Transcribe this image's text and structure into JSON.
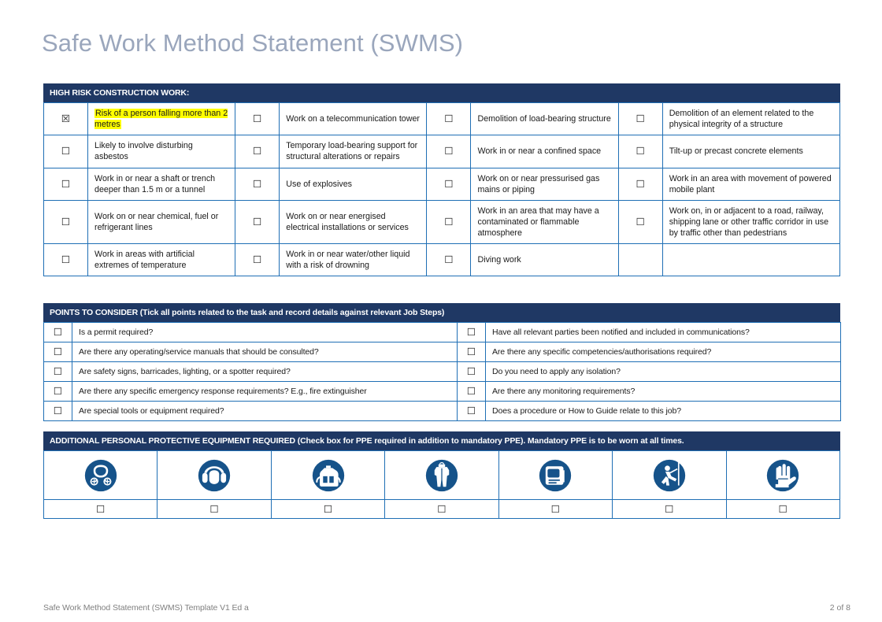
{
  "document": {
    "title": "Safe Work Method Statement (SWMS)",
    "footer_left": "Safe Work Method Statement (SWMS) Template V1 Ed a",
    "footer_right": "2 of 8"
  },
  "colors": {
    "header_bar": "#1F3864",
    "border": "#1F6FB5",
    "title_text": "#9AA6BC",
    "highlight": "#FFFF00",
    "icon_navy": "#16538A",
    "footer_text": "#808080"
  },
  "glyphs": {
    "unchecked": "☐",
    "checked": "☒"
  },
  "high_risk_construction_work": {
    "header": "HIGH RISK CONSTRUCTION WORK:",
    "rows": [
      [
        {
          "checked": true,
          "highlight": true,
          "label": "Risk of a person falling more than 2 metres"
        },
        {
          "checked": false,
          "highlight": false,
          "label": "Work on a telecommunication tower"
        },
        {
          "checked": false,
          "highlight": false,
          "label": "Demolition of load-bearing structure"
        },
        {
          "checked": false,
          "highlight": false,
          "label": "Demolition of an element related to the physical integrity of a structure"
        }
      ],
      [
        {
          "checked": false,
          "highlight": false,
          "label": "Likely to involve disturbing asbestos"
        },
        {
          "checked": false,
          "highlight": false,
          "label": "Temporary load-bearing support for structural alterations or repairs"
        },
        {
          "checked": false,
          "highlight": false,
          "label": "Work in or near a confined space"
        },
        {
          "checked": false,
          "highlight": false,
          "label": "Tilt-up or precast concrete elements"
        }
      ],
      [
        {
          "checked": false,
          "highlight": false,
          "label": "Work in or near a shaft or trench deeper than 1.5 m or a tunnel"
        },
        {
          "checked": false,
          "highlight": false,
          "label": "Use of explosives"
        },
        {
          "checked": false,
          "highlight": false,
          "label": "Work on or near pressurised gas mains or piping"
        },
        {
          "checked": false,
          "highlight": false,
          "label": "Work in an area with movement of powered mobile plant"
        }
      ],
      [
        {
          "checked": false,
          "highlight": false,
          "label": "Work on or near chemical, fuel or refrigerant lines"
        },
        {
          "checked": false,
          "highlight": false,
          "label": "Work on or near energised electrical installations or services"
        },
        {
          "checked": false,
          "highlight": false,
          "label": "Work in an area that may have a contaminated or flammable atmosphere"
        },
        {
          "checked": false,
          "highlight": false,
          "label": "Work on, in or adjacent to a road, railway, shipping lane or other traffic corridor in use by traffic other than pedestrians"
        }
      ],
      [
        {
          "checked": false,
          "highlight": false,
          "label": "Work in areas with artificial extremes of temperature"
        },
        {
          "checked": false,
          "highlight": false,
          "label": "Work in or near water/other liquid with a risk of drowning"
        },
        {
          "checked": false,
          "highlight": false,
          "label": "Diving work"
        },
        {
          "empty": true,
          "checked": null,
          "highlight": false,
          "label": ""
        }
      ]
    ]
  },
  "points_to_consider": {
    "header": "POINTS TO CONSIDER (Tick all points related to the task and record details against relevant Job Steps)",
    "rows": [
      [
        {
          "checked": false,
          "label": "Is a permit required?"
        },
        {
          "checked": false,
          "label": "Have all relevant parties been notified and included in communications?"
        }
      ],
      [
        {
          "checked": false,
          "label": "Are there any operating/service manuals that should be consulted?"
        },
        {
          "checked": false,
          "label": "Are there any specific competencies/authorisations required?"
        }
      ],
      [
        {
          "checked": false,
          "label": "Are safety signs, barricades, lighting, or a spotter required?"
        },
        {
          "checked": false,
          "label": "Do you need to apply any isolation?"
        }
      ],
      [
        {
          "checked": false,
          "label": "Are there any specific emergency response requirements? E.g., fire extinguisher"
        },
        {
          "checked": false,
          "label": "Are there any monitoring requirements?"
        }
      ],
      [
        {
          "checked": false,
          "label": "Are special tools or equipment required?"
        },
        {
          "checked": false,
          "label": "Does a procedure or How to Guide relate to this job?"
        }
      ]
    ]
  },
  "ppe": {
    "header": "ADDITIONAL PERSONAL PROTECTIVE EQUIPMENT REQUIRED (Check box for PPE required in addition to mandatory PPE). Mandatory PPE is to be worn at all times.",
    "items": [
      {
        "icon": "respirator-mask-icon",
        "checked": false
      },
      {
        "icon": "ear-protection-icon",
        "checked": false
      },
      {
        "icon": "protective-apron-icon",
        "checked": false
      },
      {
        "icon": "protective-clothing-icon",
        "checked": false
      },
      {
        "icon": "face-shield-icon",
        "checked": false
      },
      {
        "icon": "safety-harness-icon",
        "checked": false
      },
      {
        "icon": "protective-gloves-icon",
        "checked": false
      }
    ]
  }
}
